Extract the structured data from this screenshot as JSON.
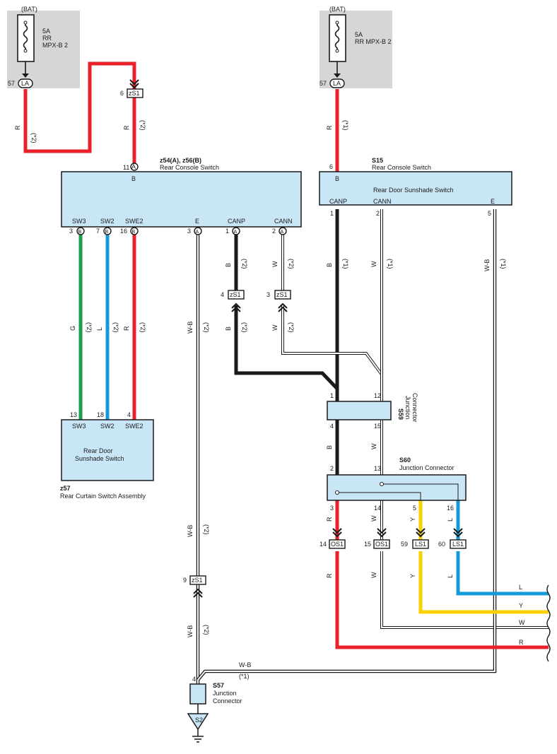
{
  "bat_left": {
    "label": "(BAT)",
    "fuse_amp": "5A",
    "fuse_line2": "RR",
    "fuse_line3": "MPX-B 2",
    "pin": "57",
    "conn": "LA"
  },
  "bat_right": {
    "label": "(BAT)",
    "fuse_amp": "5A",
    "fuse_line2": "RR MPX-B 2",
    "pin": "57",
    "conn": "LA"
  },
  "jc_zs1": "zS1",
  "ecu_left": {
    "title": "z54(A), z56(B)",
    "name": "Rear Console Switch",
    "top_pin": "11",
    "top_conn": "A",
    "top_term": "B",
    "terms": [
      "SW3",
      "SW2",
      "SWE2",
      "E",
      "CANP",
      "CANN"
    ],
    "pins": [
      "3",
      "7",
      "16",
      "3",
      "1",
      "2"
    ],
    "conns": [
      "B",
      "B",
      "B",
      "A",
      "A",
      "A"
    ]
  },
  "ecu_right": {
    "code": "S15",
    "name": "Rear Console Switch",
    "inner": "Rear Door Sunshade Switch",
    "top_pin": "6",
    "top_term": "B",
    "terms": [
      "CANP",
      "CANN",
      "E"
    ],
    "pins": [
      "1",
      "2",
      "5"
    ]
  },
  "sw_left": {
    "code": "z57",
    "name": "Rear Curtain Switch Assembly",
    "inner1": "Rear Door",
    "inner2": "Sunshade Switch",
    "terms": [
      "SW3",
      "SW2",
      "SWE2"
    ],
    "pins": [
      "13",
      "18",
      "4"
    ]
  },
  "s59": {
    "code": "S59",
    "line1": "Junction",
    "line2": "Connector",
    "pins": [
      "1",
      "12",
      "4",
      "15"
    ]
  },
  "s60": {
    "code": "S60",
    "name": "Junction Connector",
    "pins": [
      "2",
      "13",
      "3",
      "14",
      "5",
      "16"
    ]
  },
  "s57": {
    "code": "S57",
    "line1": "Junction",
    "line2": "Connector",
    "pin": "4"
  },
  "ground": {
    "label": "S2"
  },
  "os1": "OS1",
  "ls1": "LS1",
  "pins": {
    "zs1_top": "6",
    "zs1_b": "4",
    "zs1_w": "3",
    "zs1_bot": "9",
    "os1_r": "14",
    "os1_w": "15",
    "ls1_y": "59",
    "ls1_l": "60"
  },
  "wires": {
    "R": "R",
    "G": "G",
    "L": "L",
    "B": "B",
    "W": "W",
    "Y": "Y",
    "WB": "W-B"
  },
  "notes": {
    "n1": "(*1)",
    "n2": "(*2)"
  },
  "colors": {
    "red": "#e8212b",
    "green": "#18a04a",
    "blue": "#159ad8",
    "yellow": "#fbd000",
    "black": "#1a1a1a",
    "box": "#c9e6f6",
    "fusebox": "#d6d6d6"
  }
}
